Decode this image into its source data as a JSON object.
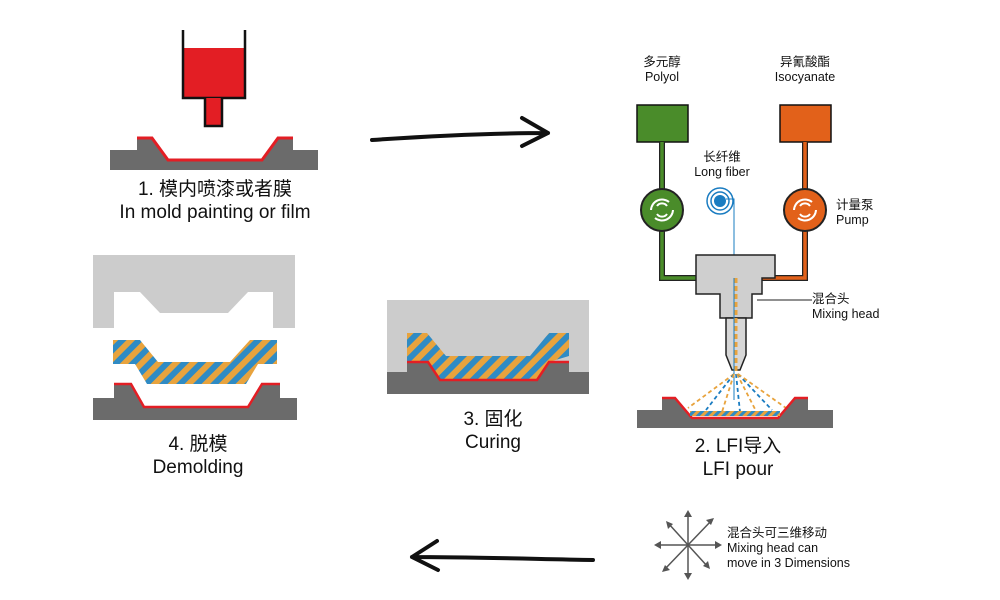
{
  "colors": {
    "mold_gray": "#6b6b6b",
    "upper_mold_gray": "#cccccc",
    "paint_red": "#e31e24",
    "composite_orange": "#e8a33d",
    "composite_blue": "#2f8bc4",
    "polyol_green": "#4a8c2a",
    "isocyanate_orange": "#e2611a",
    "fiber_blue": "#1a7cc1"
  },
  "steps": {
    "step1": {
      "cn": "1. 模内喷漆或者膜",
      "en": "In mold painting or film"
    },
    "step2": {
      "cn": "2. LFI导入",
      "en": "LFI pour"
    },
    "step3": {
      "cn": "3. 固化",
      "en": "Curing"
    },
    "step4": {
      "cn": "4. 脱模",
      "en": "Demolding"
    }
  },
  "lfi": {
    "polyol": {
      "cn": "多元醇",
      "en": "Polyol"
    },
    "isocyanate": {
      "cn": "异氰酸酯",
      "en": "Isocyanate"
    },
    "fiber": {
      "cn": "长纤维",
      "en": "Long fiber"
    },
    "pump": {
      "cn": "计量泵",
      "en": "Pump"
    },
    "mixing_head": {
      "cn": "混合头",
      "en": "Mixing head"
    }
  },
  "note": {
    "cn": "混合头可三维移动",
    "en1": "Mixing head can",
    "en2": "move in 3 Dimensions"
  },
  "icons": [
    "arrow-right-icon",
    "arrow-left-icon",
    "pump-icon",
    "fiber-spool-icon",
    "move-3d-icon"
  ]
}
